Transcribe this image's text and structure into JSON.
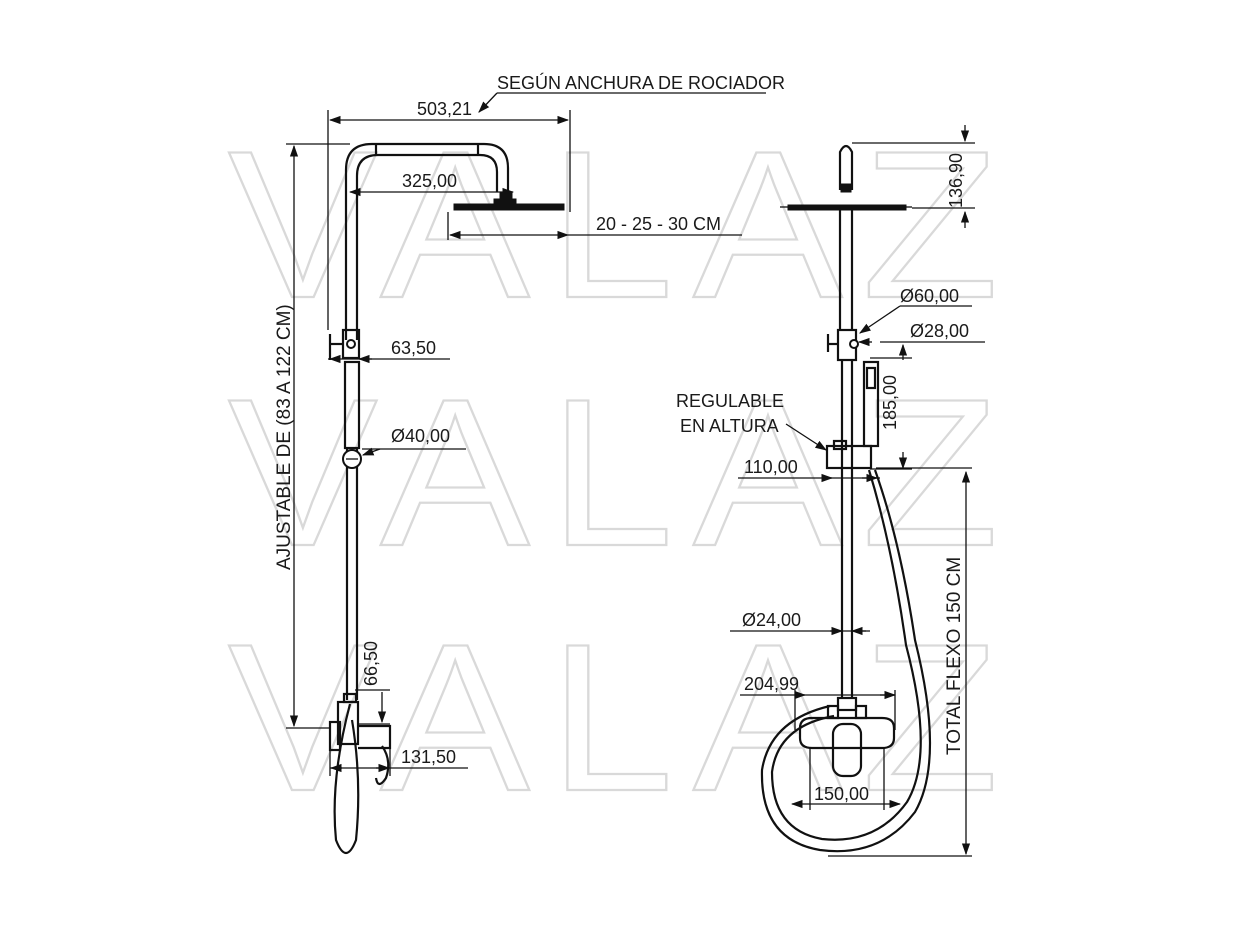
{
  "watermark": "VALAZ",
  "left_view": {
    "note_top": "SEGÚN ANCHURA DE ROCIADOR",
    "width_overall": "503,21",
    "arm_length": "325,00",
    "head_size": "20 - 25 - 30 CM",
    "height_range": "AJUSTABLE DE (83 A 122 CM)",
    "offset_mixer": "63,50",
    "diam_knob": "40,00",
    "bracket_height": "66,50",
    "spout_projection": "131,50"
  },
  "right_view": {
    "top_height": "136,90",
    "diam_diverter": "60,00",
    "diam_pipe": "28,00",
    "slider_height": "185,00",
    "adjust_note_1": "REGULABLE",
    "adjust_note_2": "EN ALTURA",
    "holder_width": "110,00",
    "hose_total": "TOTAL FLEXO 150 CM",
    "diam_lower": "24,00",
    "mixer_width": "204,99",
    "centers": "150,00"
  },
  "symbols": {
    "diameter": "Ø"
  }
}
